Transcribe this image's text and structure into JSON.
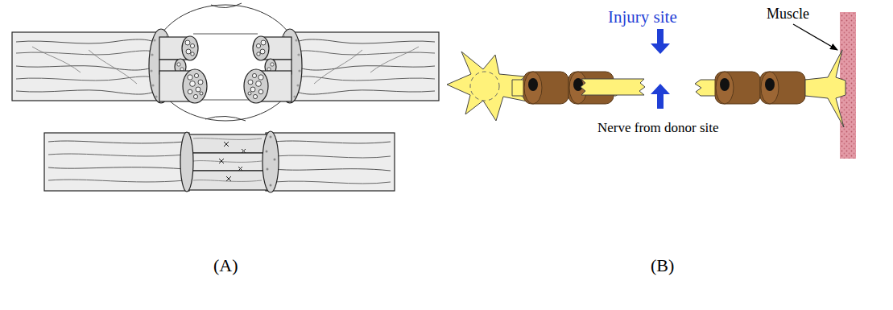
{
  "diagram": {
    "labels": [
      "Muscle",
      "Injury site",
      "Nerve from donor site",
      "(A)",
      "(B)"
    ]
  }
}
